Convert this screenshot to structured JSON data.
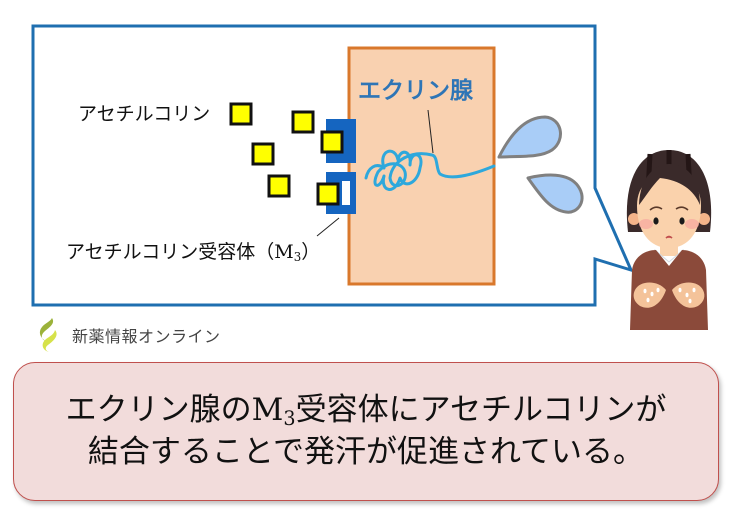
{
  "diagram": {
    "labels": {
      "acetylcholine": "アセチルコリン",
      "receptor_prefix": "アセチルコリン受容体（",
      "receptor_m": "M",
      "receptor_sub": "3",
      "receptor_suffix": "）",
      "eccrine_gland": "エクリン腺"
    },
    "colors": {
      "callout_border": "#1f6fb0",
      "gland_fill": "#f9d1b0",
      "gland_border": "#d9782c",
      "receptor": "#1565c0",
      "ligand_fill": "#ffff00",
      "duct": "#2ea8dc",
      "sweat_fill": "#a9cdf7",
      "sweat_border": "#808080",
      "banner_fill": "#f2dcdb",
      "banner_border": "#c0504d"
    },
    "ligand_count": 6,
    "receptor_count": 2,
    "sweat_drop_count": 2
  },
  "logo": {
    "text": "新薬情報オンライン"
  },
  "banner": {
    "line1_before": "エクリン腺の",
    "line1_m": "M",
    "line1_sub": "3",
    "line1_after": "受容体にアセチルコリンが",
    "line2": "結合することで発汗が促進されている。"
  },
  "character": {
    "description": "worried woman holding sweaty hands"
  }
}
